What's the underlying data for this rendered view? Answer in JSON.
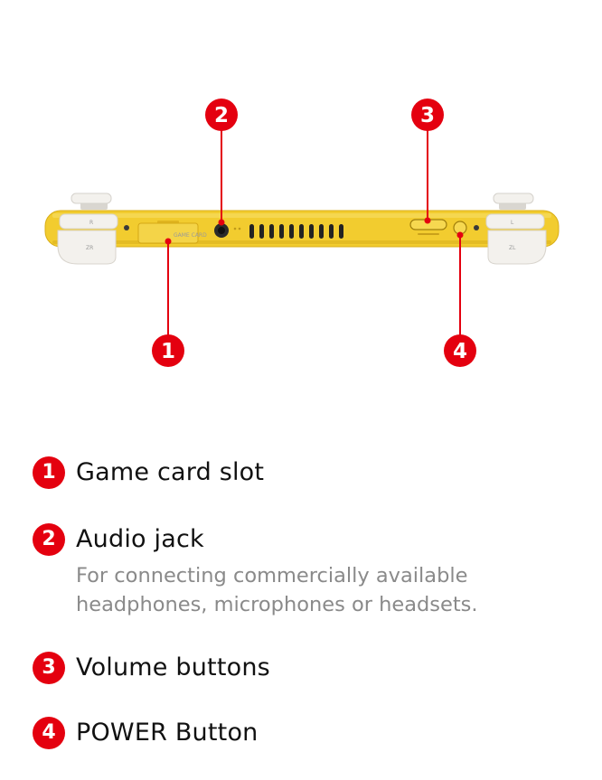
{
  "callouts": [
    {
      "number": "1"
    },
    {
      "number": "2"
    },
    {
      "number": "3"
    },
    {
      "number": "4"
    }
  ],
  "device_labels": {
    "left_button": "ZR",
    "right_button": "ZL",
    "left_shoulder": "R",
    "right_shoulder": "L",
    "slot_label": "GAME CARD"
  },
  "legend": [
    {
      "number": "1",
      "title": "Game card slot",
      "description": ""
    },
    {
      "number": "2",
      "title": "Audio jack",
      "description": "For connecting commercially available headphones, microphones or headsets."
    },
    {
      "number": "3",
      "title": "Volume buttons",
      "description": ""
    },
    {
      "number": "4",
      "title": "POWER Button",
      "description": ""
    }
  ],
  "colors": {
    "accent_red": "#e4000f",
    "device_yellow": "#f2cc2f",
    "device_white": "#f1efeb",
    "title_text": "#111111",
    "description_text": "#8a8a8a"
  }
}
